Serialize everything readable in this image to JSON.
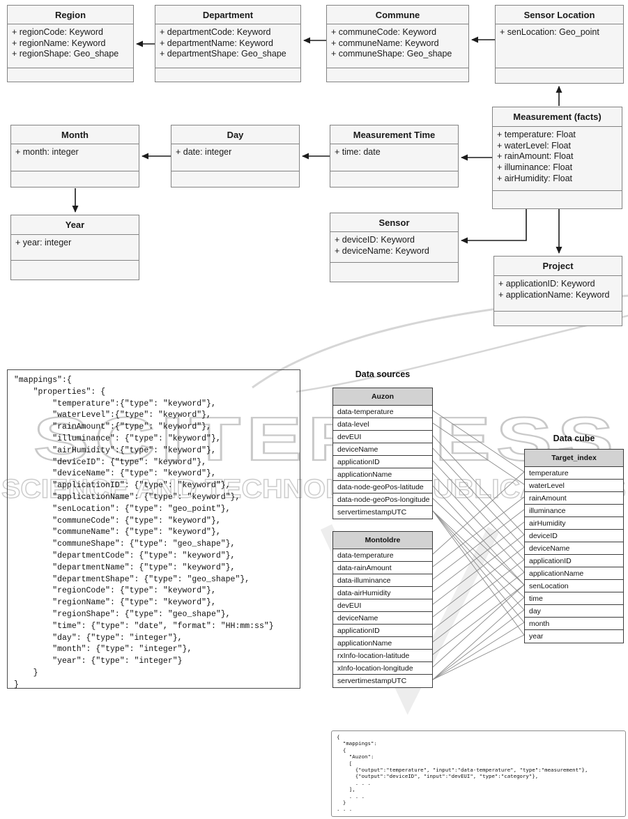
{
  "colors": {
    "entity_fill": "#f5f5f5",
    "entity_border": "#838383",
    "table_header_fill": "#d2d2d2",
    "table_border": "#3c3c3c",
    "connector_line": "#8a8a8a",
    "arrow": "#1c1c1c",
    "watermark": "#c9c9c9"
  },
  "diagram": {
    "entities": [
      {
        "id": "region",
        "title": "Region",
        "attributes": [
          "+ regionCode: Keyword",
          "+ regionName: Keyword",
          "+ regionShape: Geo_shape"
        ]
      },
      {
        "id": "department",
        "title": "Department",
        "attributes": [
          "+ departmentCode: Keyword",
          "+ departmentName: Keyword",
          "+ departmentShape: Geo_shape"
        ]
      },
      {
        "id": "commune",
        "title": "Commune",
        "attributes": [
          "+ communeCode: Keyword",
          "+ communeName: Keyword",
          "+ communeShape: Geo_shape"
        ]
      },
      {
        "id": "sensor-location",
        "title": "Sensor Location",
        "attributes": [
          "+ senLocation: Geo_point"
        ]
      },
      {
        "id": "month",
        "title": "Month",
        "attributes": [
          "+ month: integer"
        ]
      },
      {
        "id": "day",
        "title": "Day",
        "attributes": [
          "+ date: integer"
        ]
      },
      {
        "id": "measurement-time",
        "title": "Measurement Time",
        "attributes": [
          "+ time: date"
        ]
      },
      {
        "id": "measurement-facts",
        "title": "Measurement (facts)",
        "attributes": [
          "+ temperature: Float",
          "+ waterLevel: Float",
          "+ rainAmount: Float",
          "+ illuminance: Float",
          "+ airHumidity: Float"
        ]
      },
      {
        "id": "year",
        "title": "Year",
        "attributes": [
          "+ year: integer"
        ]
      },
      {
        "id": "sensor",
        "title": "Sensor",
        "attributes": [
          "+ deviceID: Keyword",
          "+ deviceName: Keyword"
        ]
      },
      {
        "id": "project",
        "title": "Project",
        "attributes": [
          "+ applicationID: Keyword",
          "+ applicationName: Keyword"
        ]
      }
    ]
  },
  "code_blocks": {
    "mappings_schema": {
      "lines": [
        "\"mappings\":{",
        "    \"properties\": {",
        "        \"temperature\":{\"type\": \"keyword\"},",
        "        \"waterLevel\":{\"type\": \"keyword\"},",
        "        \"rainAmount\":{\"type\": \"keyword\"},",
        "        \"illuminance\": {\"type\": \"keyword\"},",
        "        \"airHumidity\":{\"type\": \"keyword\"},",
        "        \"deviceID\": {\"type\": \"keyword\"},",
        "        \"deviceName\": {\"type\": \"keyword\"},",
        "        \"applicationID\": {\"type\": \"keyword\"},",
        "        \"applicationName\": {\"type\": \"keyword\"},",
        "        \"senLocation\": {\"type\": \"geo_point\"},",
        "        \"communeCode\": {\"type\": \"keyword\"},",
        "        \"communeName\": {\"type\": \"keyword\"},",
        "        \"communeShape\": {\"type\": \"geo_shape\"},",
        "        \"departmentCode\": {\"type\": \"keyword\"},",
        "        \"departmentName\": {\"type\": \"keyword\"},",
        "        \"departmentShape\": {\"type\": \"geo_shape\"},",
        "        \"regionCode\": {\"type\": \"keyword\"},",
        "        \"regionName\": {\"type\": \"keyword\"},",
        "        \"regionShape\": {\"type\": \"geo_shape\"},",
        "        \"time\": {\"type\": \"date\", \"format\": \"HH:mm:ss\"}",
        "        \"day\": {\"type\": \"integer\"},",
        "        \"month\": {\"type\": \"integer\"},",
        "        \"year\": {\"type\": \"integer\"}",
        "    }",
        "}"
      ]
    },
    "mappings_example": {
      "lines": [
        "{",
        "  \"mappings\":",
        "  {",
        "    \"Auzon\":",
        "    [",
        "      {\"output\":\"temperature\", \"input\":\"data-temperature\", \"type\":\"measurement\"},",
        "      {\"output\":\"deviceID\", \"input\":\"devEUI\", \"type\":\"category\"},",
        "      . . .",
        "    ],",
        "    . . .",
        "  }",
        ". . ."
      ]
    }
  },
  "data_sources": {
    "label": "Data sources",
    "tables": [
      {
        "name": "Auzon",
        "rows": [
          "data-temperature",
          "data-level",
          "devEUI",
          "deviceName",
          "applicationID",
          "applicationName",
          "data-node-geoPos-latitude",
          "data-node-geoPos-longitude",
          "servertimestampUTC"
        ]
      },
      {
        "name": "Montoldre",
        "rows": [
          "data-temperature",
          "data-rainAmount",
          "data-illuminance",
          "data-airHumidity",
          "devEUI",
          "deviceName",
          "applicationID",
          "applicationName",
          "rxInfo-location-latitude",
          "xInfo-location-longitude",
          "servertimestampUTC"
        ]
      }
    ]
  },
  "data_cube": {
    "label": "Data cube",
    "table": {
      "name": "Target_index",
      "rows": [
        "temperature",
        "waterLevel",
        "rainAmount",
        "illuminance",
        "airHumidity",
        "deviceID",
        "deviceName",
        "applicationID",
        "applicationName",
        "senLocation",
        "time",
        "day",
        "month",
        "year"
      ]
    }
  },
  "mapping_lines": [
    {
      "from": "auzon",
      "row": 0,
      "target_row": 0
    },
    {
      "from": "auzon",
      "row": 1,
      "target_row": 1
    },
    {
      "from": "auzon",
      "row": 2,
      "target_row": 5
    },
    {
      "from": "auzon",
      "row": 3,
      "target_row": 6
    },
    {
      "from": "auzon",
      "row": 4,
      "target_row": 7
    },
    {
      "from": "auzon",
      "row": 5,
      "target_row": 8
    },
    {
      "from": "auzon",
      "row": 6,
      "target_row": 9
    },
    {
      "from": "auzon",
      "row": 7,
      "target_row": 9
    },
    {
      "from": "auzon",
      "row": 8,
      "target_row": 10
    },
    {
      "from": "auzon",
      "row": 8,
      "target_row": 11
    },
    {
      "from": "auzon",
      "row": 8,
      "target_row": 12
    },
    {
      "from": "auzon",
      "row": 8,
      "target_row": 13
    },
    {
      "from": "montoldre",
      "row": 0,
      "target_row": 0
    },
    {
      "from": "montoldre",
      "row": 1,
      "target_row": 2
    },
    {
      "from": "montoldre",
      "row": 2,
      "target_row": 3
    },
    {
      "from": "montoldre",
      "row": 3,
      "target_row": 4
    },
    {
      "from": "montoldre",
      "row": 4,
      "target_row": 5
    },
    {
      "from": "montoldre",
      "row": 5,
      "target_row": 6
    },
    {
      "from": "montoldre",
      "row": 6,
      "target_row": 7
    },
    {
      "from": "montoldre",
      "row": 7,
      "target_row": 8
    },
    {
      "from": "montoldre",
      "row": 8,
      "target_row": 9
    },
    {
      "from": "montoldre",
      "row": 9,
      "target_row": 9
    },
    {
      "from": "montoldre",
      "row": 10,
      "target_row": 10
    },
    {
      "from": "montoldre",
      "row": 10,
      "target_row": 11
    },
    {
      "from": "montoldre",
      "row": 10,
      "target_row": 12
    },
    {
      "from": "montoldre",
      "row": 10,
      "target_row": 13
    }
  ],
  "watermark": {
    "line1": "SCITEPRESS",
    "line2": "SCIENCE AND TECHNOLOGY PUBLICATIONS"
  }
}
